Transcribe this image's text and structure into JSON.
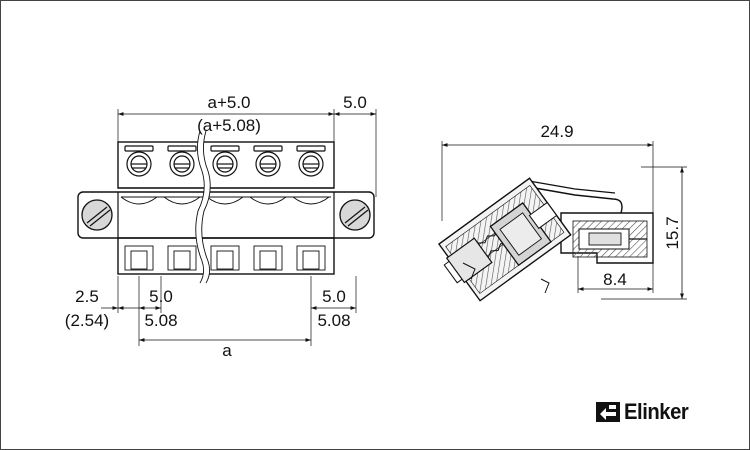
{
  "front_view": {
    "dims": {
      "top_span_line1": "a+5.0",
      "top_span_line2": "(a+5.08)",
      "top_right": "5.0",
      "left_offset_line1": "2.5",
      "left_offset_line2": "(2.54)",
      "pitch_left_line1": "5.0",
      "pitch_left_line2": "5.08",
      "pitch_right_line1": "5.0",
      "pitch_right_line2": "5.08",
      "bottom_span": "a"
    }
  },
  "side_view": {
    "dims": {
      "width": "24.9",
      "height": "15.7",
      "depth": "8.4"
    }
  },
  "brand": {
    "name": "Elinker",
    "icon": "elinker-logo-icon"
  }
}
